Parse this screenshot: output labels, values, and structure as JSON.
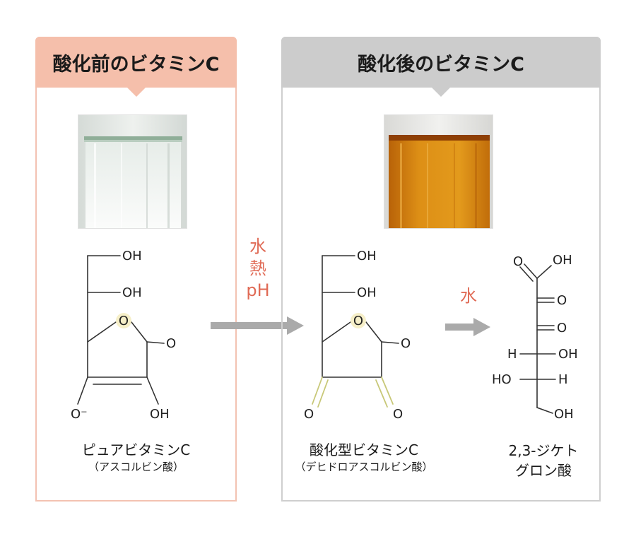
{
  "panels": {
    "before": {
      "title": "酸化前のビタミンC"
    },
    "after": {
      "title": "酸化後のビタミンC"
    }
  },
  "conditions": {
    "oxidation": [
      "水",
      "熱",
      "pH"
    ],
    "hydrolysis": "水"
  },
  "compounds": {
    "ascorbic": {
      "name": "ピュアビタミンC",
      "sub": "（アスコルビン酸）"
    },
    "dehydro": {
      "name": "酸化型ビタミンC",
      "sub": "（デヒドロアスコルビン酸）"
    },
    "diketo": {
      "name_line1": "2,3-ジケト",
      "name_line2": "グロン酸"
    }
  },
  "atoms": {
    "OH": "OH",
    "O": "O",
    "Ominus": "O⁻",
    "H": "H",
    "HO": "HO"
  },
  "colors": {
    "before_header": "#f5bfab",
    "before_border": "#f3c2b2",
    "after_header": "#cccccc",
    "after_border": "#cfcfcf",
    "arrow": "#aaaaaa",
    "condition_text": "#e06a55",
    "highlight_bond": "#c8c878",
    "ring_oxygen_glow": "#f6efc8"
  }
}
